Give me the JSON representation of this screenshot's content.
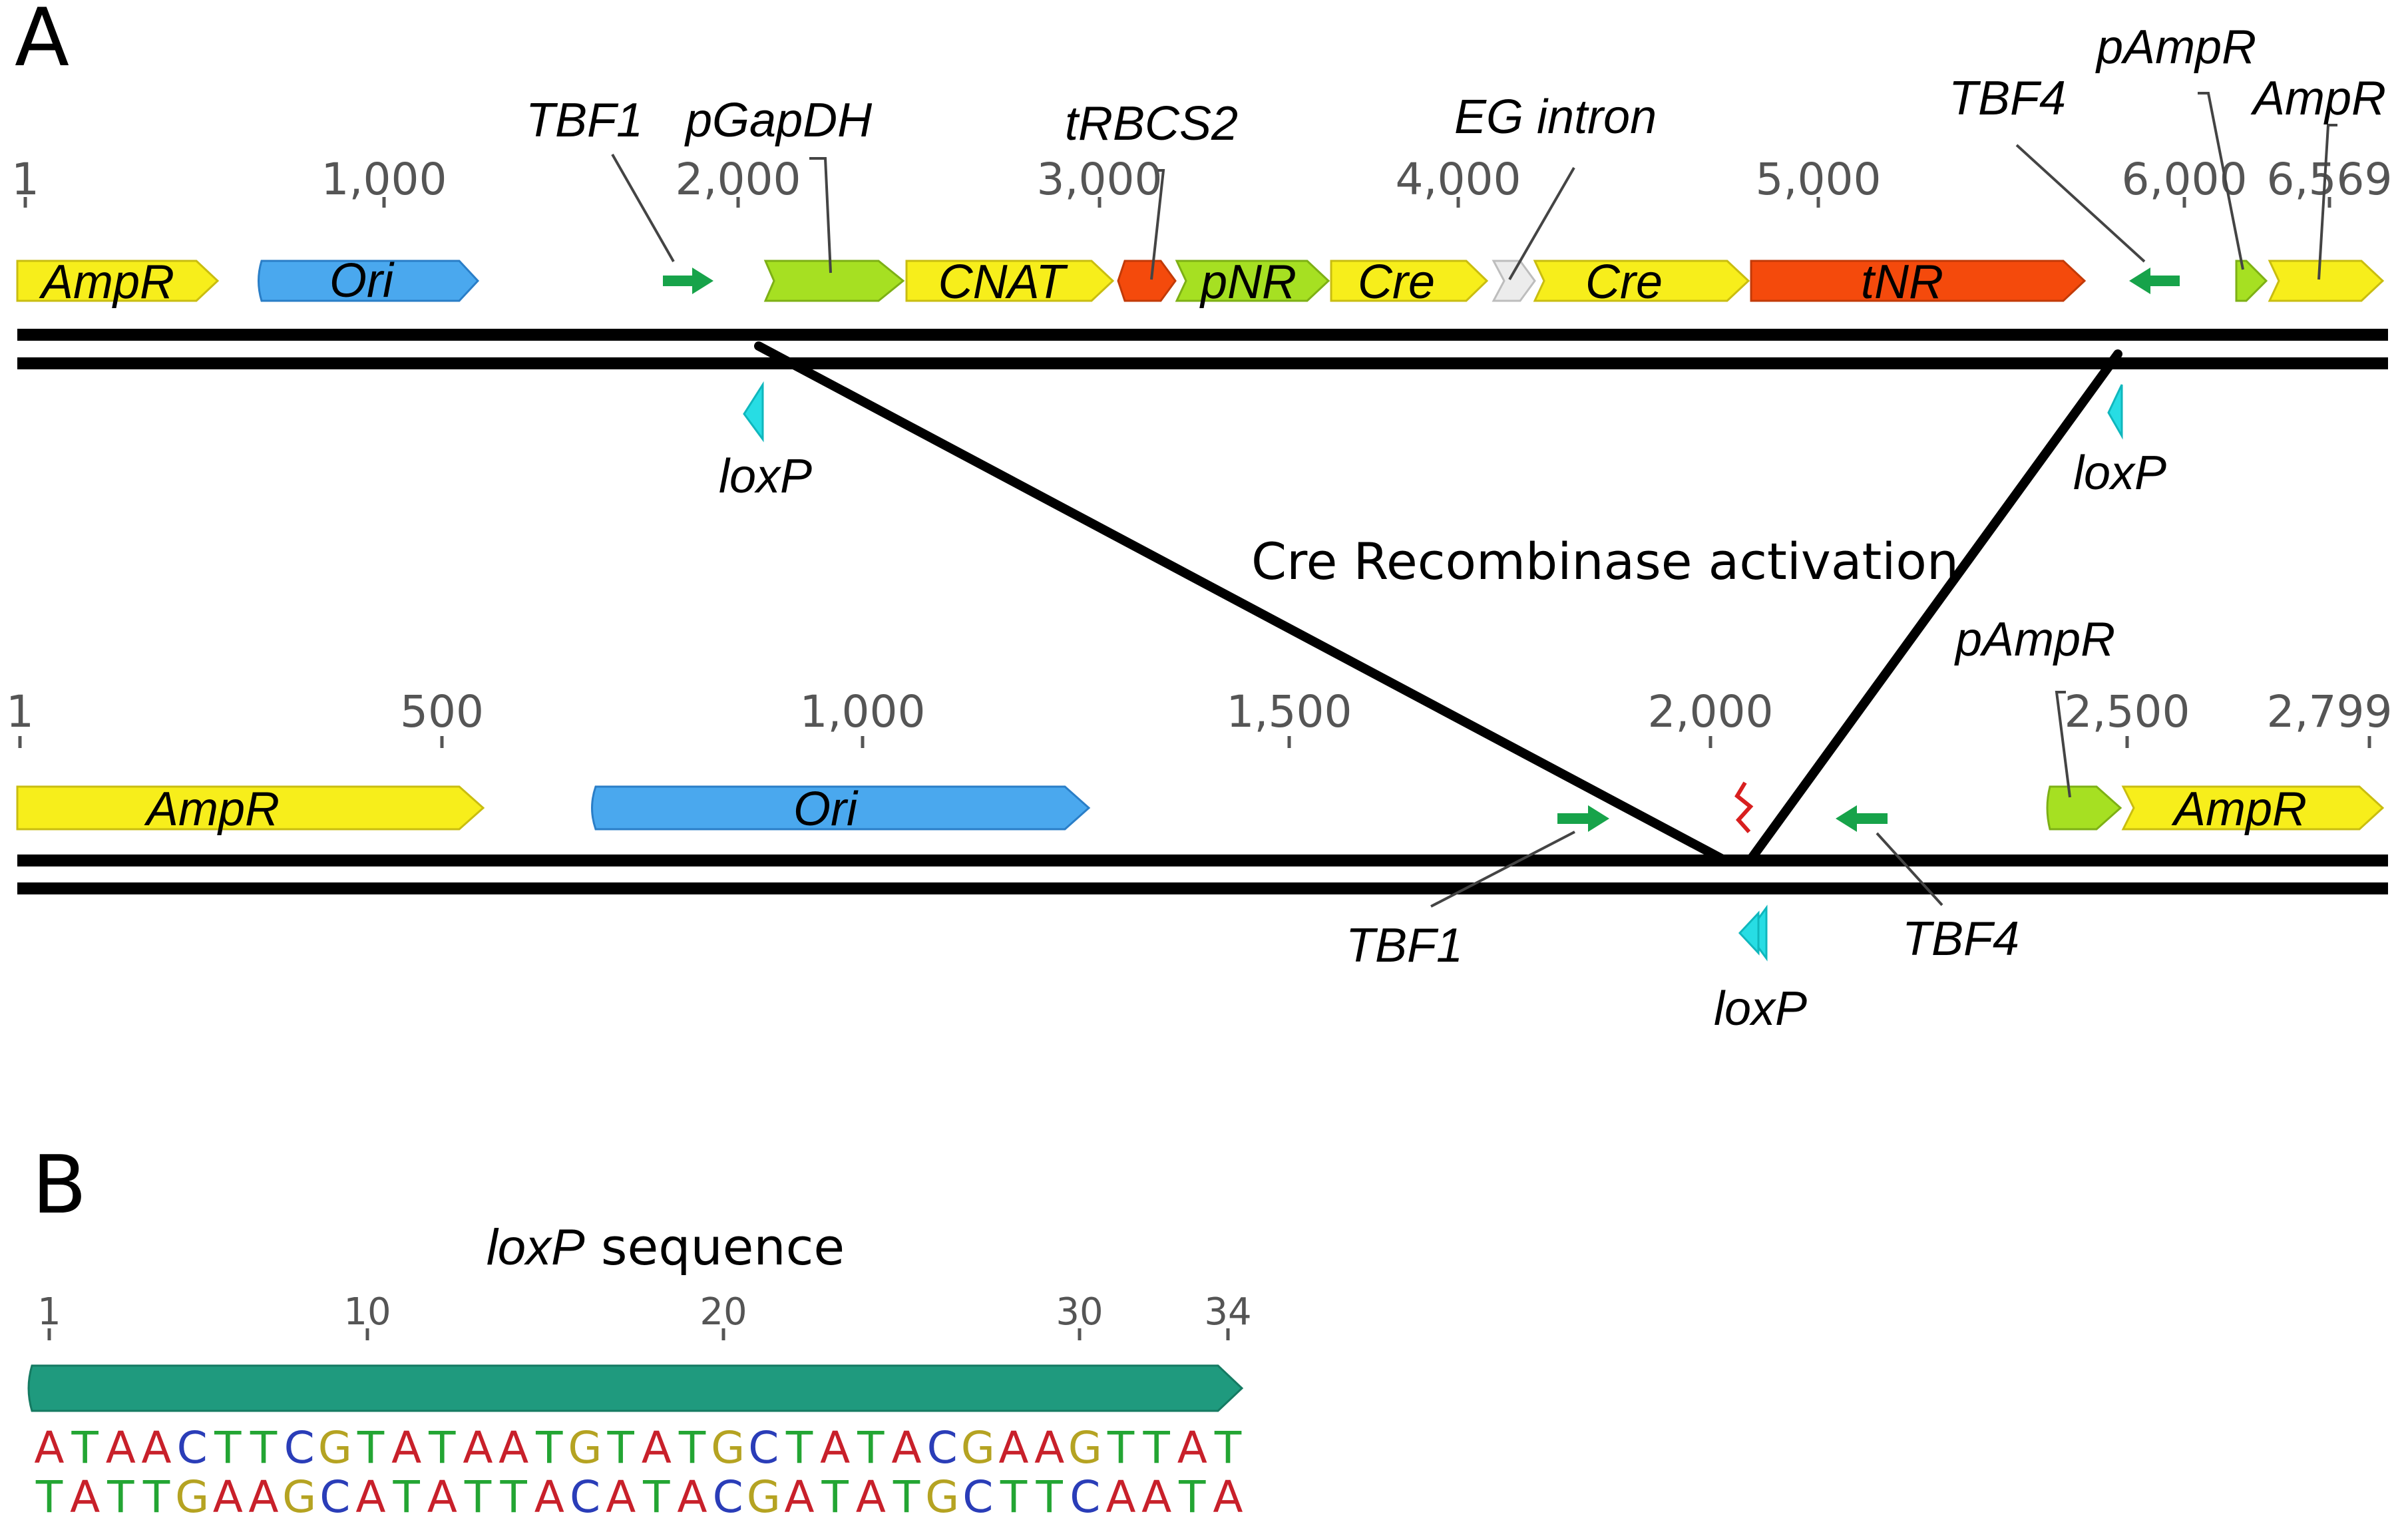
{
  "panel_a": {
    "label": "A",
    "top_map": {
      "ruler_ticks": [
        "1",
        "1,000",
        "2,000",
        "3,000",
        "4,000",
        "5,000",
        "6,000",
        "6,569"
      ],
      "features": [
        {
          "key": "ampr1",
          "label": "AmpR",
          "color": "#f7ee1b"
        },
        {
          "key": "ori",
          "label": "Ori",
          "color": "#4aa8ee"
        },
        {
          "key": "pgapdh",
          "label": "",
          "color": "#a6e022"
        },
        {
          "key": "cnat",
          "label": "CNAT",
          "color": "#f7ee1b"
        },
        {
          "key": "trbcs2",
          "label": "",
          "color": "#f44a0c"
        },
        {
          "key": "pnr",
          "label": "pNR",
          "color": "#a6e022"
        },
        {
          "key": "cre1",
          "label": "Cre",
          "color": "#f7ee1b"
        },
        {
          "key": "egintron",
          "label": "",
          "color": "#ececec"
        },
        {
          "key": "cre2",
          "label": "Cre",
          "color": "#f7ee1b"
        },
        {
          "key": "tnr",
          "label": "tNR",
          "color": "#f44a0c"
        },
        {
          "key": "pampr",
          "label": "",
          "color": "#a6e022"
        },
        {
          "key": "ampr2",
          "label": "",
          "color": "#f7ee1b"
        }
      ],
      "callouts": {
        "tbf1": "TBF1",
        "pgapdh": "pGapDH",
        "trbcs2": "tRBCS2",
        "egintron": "EG intron",
        "tbf4": "TBF4",
        "pampr": "pAmpR",
        "ampr": "AmpR"
      },
      "loxp_left": "loxP",
      "loxp_right": "loxP"
    },
    "event_label": "Cre Recombinase activation",
    "bottom_map": {
      "ruler_ticks": [
        "1",
        "500",
        "1,000",
        "1,500",
        "2,000",
        "2,500",
        "2,799"
      ],
      "features": [
        {
          "key": "ampr1",
          "label": "AmpR",
          "color": "#f7ee1b"
        },
        {
          "key": "ori",
          "label": "Ori",
          "color": "#4aa8ee"
        },
        {
          "key": "pampr",
          "label": "",
          "color": "#a6e022"
        },
        {
          "key": "ampr2",
          "label": "AmpR",
          "color": "#f7ee1b"
        }
      ],
      "callouts": {
        "pampr": "pAmpR",
        "tbf1": "TBF1",
        "tbf4": "TBF4",
        "loxp": "loxP"
      }
    }
  },
  "panel_b": {
    "label": "B",
    "title_italic": "loxP",
    "title_rest": " sequence",
    "ruler_ticks": [
      "1",
      "10",
      "20",
      "30",
      "34"
    ],
    "feature_color": "#1f9a7e",
    "top_strand": "ATAACTTCGTATAATGTATGCTATACGAAGTTAT",
    "bottom_strand": "TATTGAAGCATATTACATACGATATGCTTCAATA",
    "base_colors": {
      "A": "#c8202a",
      "T": "#23a533",
      "C": "#2a3db8",
      "G": "#b5a322"
    }
  },
  "colors": {
    "primer": "#17a34a",
    "loxp": "#27dde4",
    "strand": "#000000",
    "tick_text": "#444444",
    "scar": "#d81f1f"
  }
}
